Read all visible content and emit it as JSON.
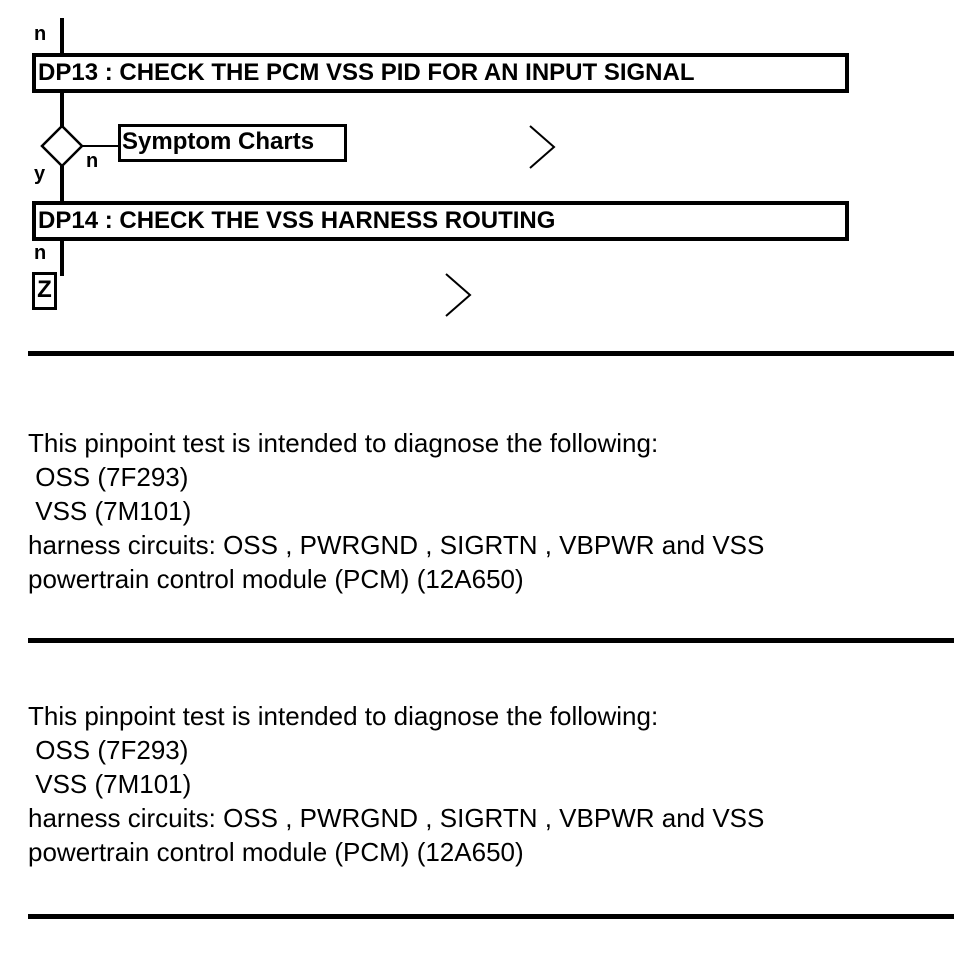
{
  "flow": {
    "top_label": "n",
    "step1": {
      "title": "DP13 : CHECK THE PCM VSS PID FOR AN INPUT SIGNAL"
    },
    "decision": {
      "yes_label": "y",
      "no_label": "n"
    },
    "symptom_link": "Symptom Charts",
    "step2": {
      "title": "DP14 : CHECK THE VSS HARNESS ROUTING"
    },
    "bottom_label": "n",
    "terminal_label": "Z"
  },
  "sections": [
    {
      "lines": [
        "This pinpoint test is intended to diagnose the following:",
        " OSS (7F293)",
        " VSS (7M101)",
        "harness circuits: OSS , PWRGND , SIGRTN , VBPWR and VSS",
        "powertrain control module (PCM) (12A650)"
      ]
    },
    {
      "lines": [
        "This pinpoint test is intended to diagnose the following:",
        " OSS (7F293)",
        " VSS (7M101)",
        "harness circuits: OSS , PWRGND , SIGRTN , VBPWR and VSS",
        "powertrain control module (PCM) (12A650)"
      ]
    }
  ]
}
